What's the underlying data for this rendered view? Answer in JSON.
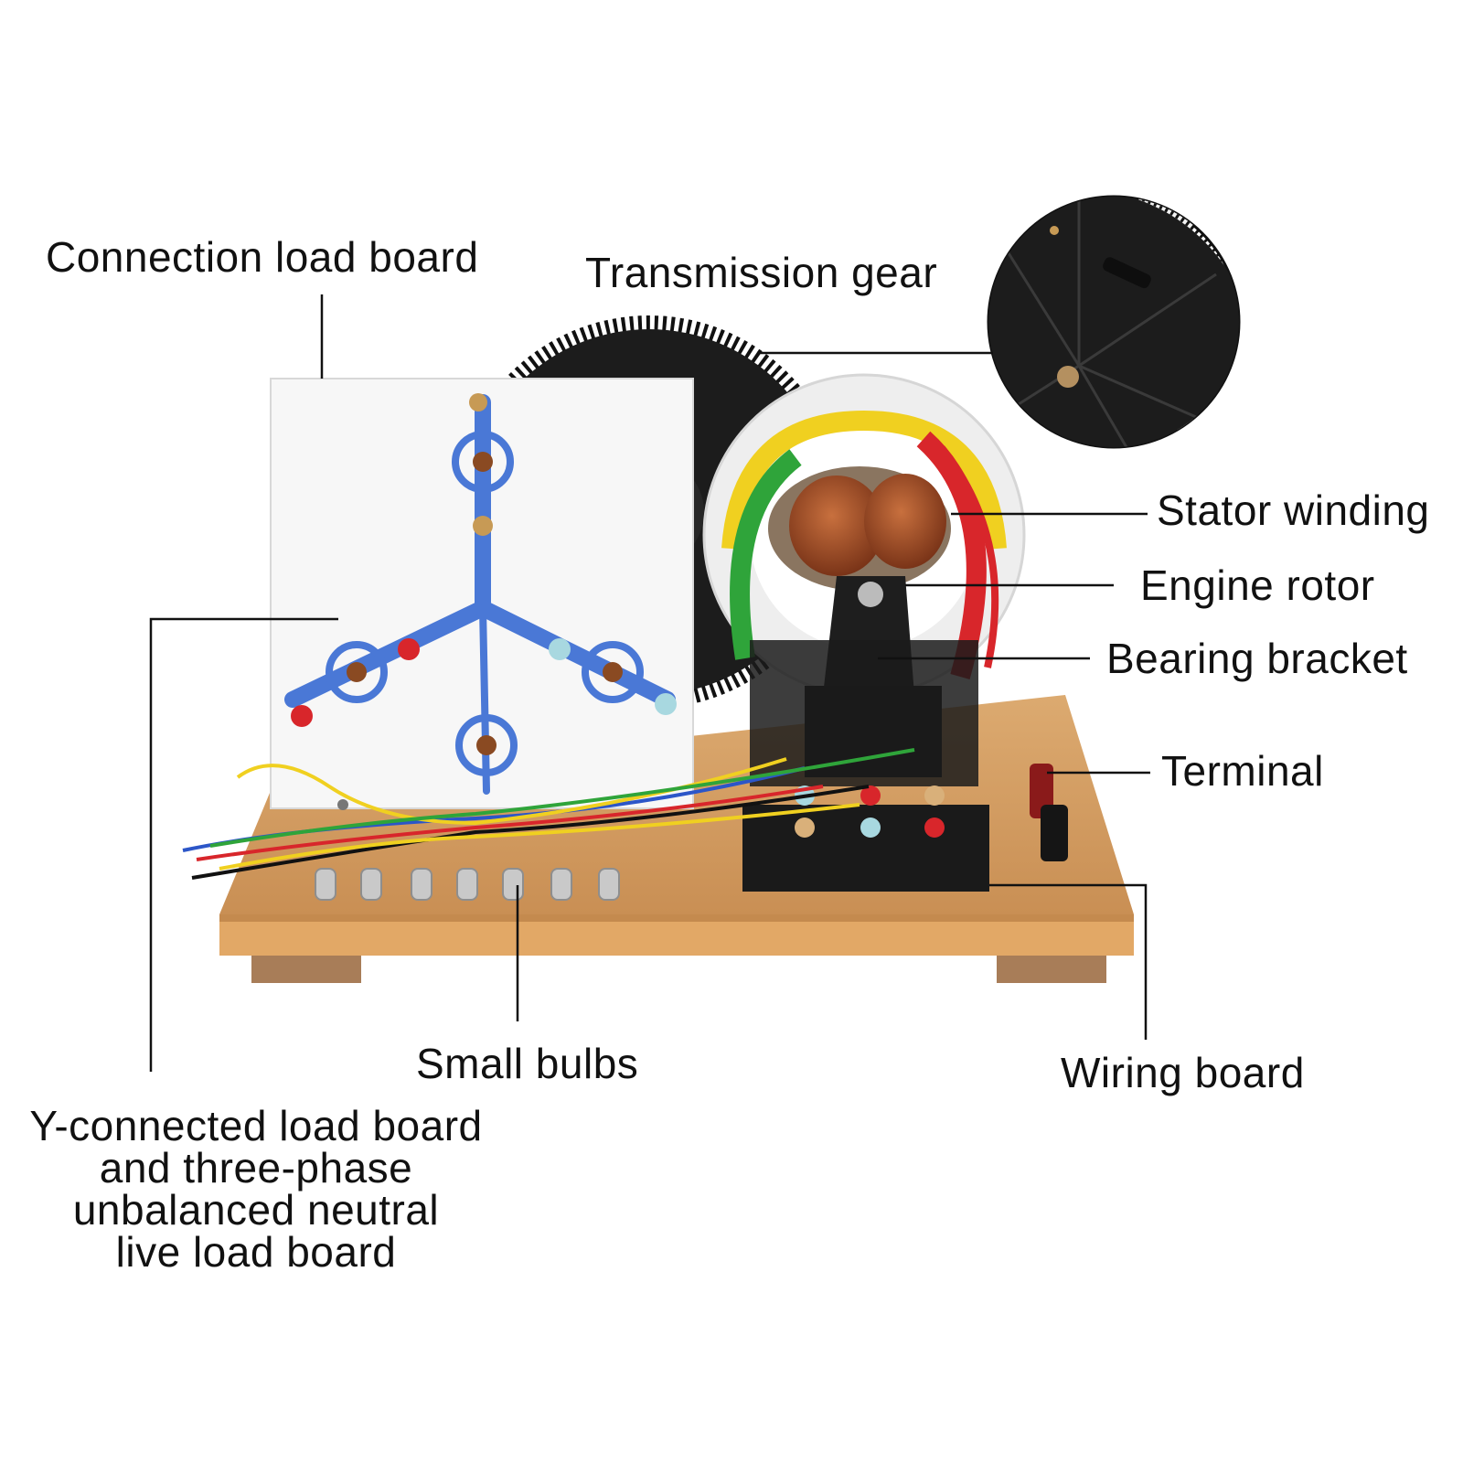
{
  "labels": {
    "connection_load_board": "Connection load board",
    "transmission_gear": "Transmission gear",
    "stator_winding": "Stator winding",
    "engine_rotor": "Engine rotor",
    "bearing_bracket": "Bearing bracket",
    "terminal": "Terminal",
    "small_bulbs": "Small bulbs",
    "wiring_board": "Wiring board",
    "y_connected_load_board": [
      "Y-connected load board",
      "and three-phase",
      "unbalanced neutral",
      "live load board"
    ]
  },
  "colors": {
    "wood_base": "#d9a56a",
    "wood_edge": "#c48a4e",
    "gear_black": "#1c1c1c",
    "panel_white": "#f5f5f5",
    "y_connector_blue": "#4a78d6",
    "copper_coil": "#a84f2a",
    "wire_red": "#d8262b",
    "wire_yellow": "#f0d020",
    "wire_green": "#2fa43a",
    "wire_blue": "#2c56c8"
  }
}
